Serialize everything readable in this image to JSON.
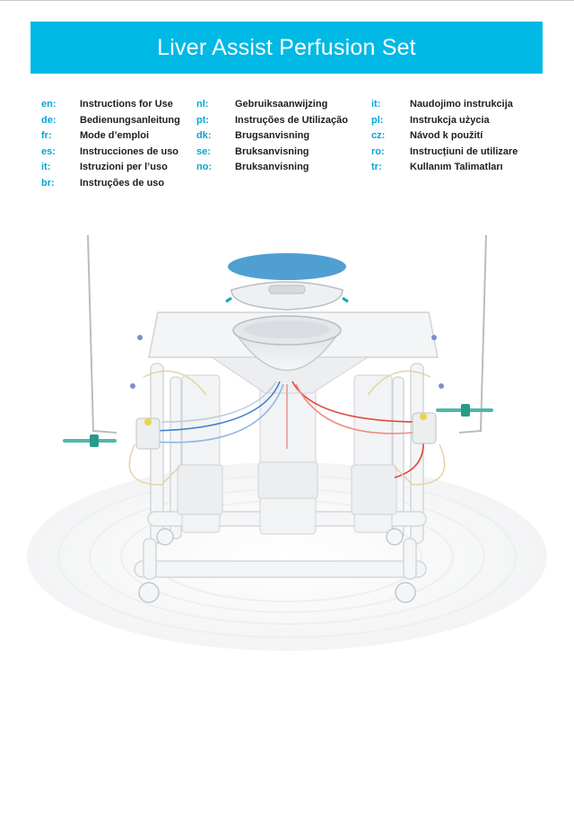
{
  "title": "Liver Assist Perfusion Set",
  "languages": {
    "col1": [
      {
        "code": "en:",
        "text": "Instructions for Use"
      },
      {
        "code": "de:",
        "text": "Bedienungsanleitung"
      },
      {
        "code": "fr:",
        "text": "Mode d’emploi"
      },
      {
        "code": "es:",
        "text": "Instrucciones de uso"
      },
      {
        "code": "it:",
        "text": "Istruzioni per l’uso"
      },
      {
        "code": "br:",
        "text": "Instruções de uso"
      }
    ],
    "col2": [
      {
        "code": "nl:",
        "text": "Gebruiksaanwijzing"
      },
      {
        "code": "pt:",
        "text": "Instruções de Utilização"
      },
      {
        "code": "dk:",
        "text": "Brugsanvisning"
      },
      {
        "code": "se:",
        "text": "Bruksanvisning"
      },
      {
        "code": "no:",
        "text": "Bruksanvisning"
      }
    ],
    "col3": [
      {
        "code": "it:",
        "text": "Naudojimo instrukcija"
      },
      {
        "code": "pl:",
        "text": "Instrukcja użycia"
      },
      {
        "code": "cz:",
        "text": "Návod k použití"
      },
      {
        "code": "ro:",
        "text": "Instrucțiuni de utilizare"
      },
      {
        "code": "tr:",
        "text": "Kullanım Talimatları"
      }
    ]
  },
  "colors": {
    "banner": "#00b9e4",
    "code": "#00a6d6",
    "arterial_tubing": "#e0493a",
    "venous_tubing": "#3f7fd0",
    "connector": "#2a9a8a"
  }
}
